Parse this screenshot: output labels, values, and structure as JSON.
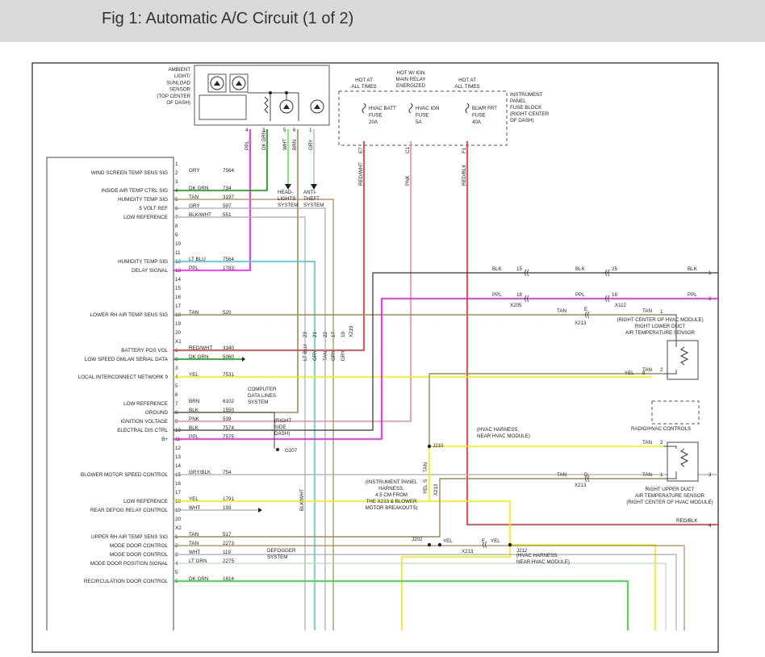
{
  "page": {
    "title": "Fig 1: Automatic A/C Circuit (1 of 2)"
  },
  "colors": {
    "header_bg": "#d9d9d9",
    "magenta": "#ff00ff",
    "green": "#009900",
    "tan": "#a08a55",
    "gray": "#aaaaaa",
    "cyan": "#33cccc",
    "red": "#ee2222",
    "pink": "#ee88aa",
    "black": "#333333",
    "yellow": "#eeee00",
    "bright_green": "#33dd33",
    "lt_green": "#bbddbb"
  },
  "sensor": {
    "label_lines": [
      "AMBIENT",
      "LIGHT/",
      "SUNLOAD",
      "SENSOR",
      "(TOP CENTER",
      "OF DASH)"
    ],
    "pins": [
      "4",
      "3",
      "5",
      "6",
      "1"
    ],
    "wires": [
      "PPL",
      "DK GRN",
      "WHT",
      "BRN",
      "GRY"
    ]
  },
  "fuse_block": {
    "label_lines": [
      "INSTRUMENT",
      "PANEL",
      "FUSE BLOCK",
      "(RIGHT CENTER",
      "OF DASH)"
    ],
    "fuses": [
      {
        "header": [
          "HOT AT",
          "ALL TIMES"
        ],
        "name": [
          "HVAC BATT",
          "FUSE",
          "20A"
        ],
        "pin": "E7",
        "wire": "RED/WHT"
      },
      {
        "header": [
          "HOT W/ IGN",
          "MAIN RELAY",
          "ENERGIZED"
        ],
        "name": [
          "HVAC IGN",
          "FUSE",
          "5A"
        ],
        "pin": "C1",
        "wire": "PNK"
      },
      {
        "header": [
          "HOT AT",
          "ALL TIMES"
        ],
        "name": [
          "BLWR FRT",
          "FUSE",
          "40A"
        ],
        "pin": "F1",
        "wire": "RED/BLK"
      }
    ]
  },
  "arrows": [
    {
      "lines": [
        "HEAD-",
        "LIGHTS",
        "SYSTEM"
      ]
    },
    {
      "lines": [
        "ANTI-",
        "THEFT",
        "SYSTEM"
      ]
    }
  ],
  "module": {
    "connectors": [
      "X1",
      "X2"
    ],
    "rows": [
      {
        "label": "",
        "pin": "1",
        "wire": "",
        "circuit": ""
      },
      {
        "label": "WIND SCREEN TEMP SENS SIG",
        "pin": "2",
        "wire": "GRY",
        "circuit": "7564"
      },
      {
        "label": "",
        "pin": "3",
        "wire": "",
        "circuit": ""
      },
      {
        "label": "INSIDE AIR TEMP CTRL SIG",
        "pin": "4",
        "wire": "DK GRN",
        "circuit": "734"
      },
      {
        "label": "HUMIDITY TEMP SIG",
        "pin": "5",
        "wire": "TAN",
        "circuit": "3197"
      },
      {
        "label": "5 VOLT REF",
        "pin": "6",
        "wire": "GRY",
        "circuit": "597"
      },
      {
        "label": "LOW REFERENCE",
        "pin": "7",
        "wire": "BLK/WHT",
        "circuit": "551"
      },
      {
        "label": "",
        "pin": "8",
        "wire": "",
        "circuit": ""
      },
      {
        "label": "",
        "pin": "9",
        "wire": "",
        "circuit": ""
      },
      {
        "label": "",
        "pin": "10",
        "wire": "",
        "circuit": ""
      },
      {
        "label": "",
        "pin": "11",
        "wire": "",
        "circuit": ""
      },
      {
        "label": "HUMIDITY TEMP SIG",
        "pin": "12",
        "wire": "LT BLU",
        "circuit": "7564"
      },
      {
        "label": "DELAY SIGNAL",
        "pin": "13",
        "wire": "PPL",
        "circuit": "1783"
      },
      {
        "label": "",
        "pin": "14",
        "wire": "",
        "circuit": ""
      },
      {
        "label": "",
        "pin": "15",
        "wire": "",
        "circuit": ""
      },
      {
        "label": "",
        "pin": "16",
        "wire": "",
        "circuit": ""
      },
      {
        "label": "",
        "pin": "17",
        "wire": "",
        "circuit": ""
      },
      {
        "label": "LOWER RH AIR TEMP SENS SIG",
        "pin": "18",
        "wire": "TAN",
        "circuit": "520"
      },
      {
        "label": "",
        "pin": "19",
        "wire": "",
        "circuit": ""
      },
      {
        "label": "",
        "pin": "20",
        "wire": "",
        "circuit": ""
      },
      {
        "label": "BATTERY POS VOL",
        "pin": "1",
        "wire": "RED/WHT",
        "circuit": "3340"
      },
      {
        "label": "LOW SPEED GMLAN SERIAL DATA",
        "pin": "2",
        "wire": "DK GRN",
        "circuit": "5060"
      },
      {
        "label": "",
        "pin": "3",
        "wire": "",
        "circuit": ""
      },
      {
        "label": "LOCAL INTERCONNECT NETWORK 9",
        "pin": "4",
        "wire": "YEL",
        "circuit": "7531"
      },
      {
        "label": "",
        "pin": "5",
        "wire": "",
        "circuit": ""
      },
      {
        "label": "",
        "pin": "6",
        "wire": "",
        "circuit": ""
      },
      {
        "label": "LOW REFERENCE",
        "pin": "7",
        "wire": "BRN",
        "circuit": "6102"
      },
      {
        "label": "GROUND",
        "pin": "8",
        "wire": "BLK",
        "circuit": "1550"
      },
      {
        "label": "IGNITION VOLTAGE",
        "pin": "9",
        "wire": "PNK",
        "circuit": "539"
      },
      {
        "label": "ELECTRAL DIS CTRL",
        "pin": "10",
        "wire": "BLK",
        "circuit": "7574"
      },
      {
        "label": "B+",
        "pin": "11",
        "wire": "PPL",
        "circuit": "7575"
      },
      {
        "label": "",
        "pin": "12",
        "wire": "",
        "circuit": ""
      },
      {
        "label": "",
        "pin": "13",
        "wire": "",
        "circuit": ""
      },
      {
        "label": "",
        "pin": "14",
        "wire": "",
        "circuit": ""
      },
      {
        "label": "BLOWER MOTOR SPEED CONTROL",
        "pin": "15",
        "wire": "GRY/BLK",
        "circuit": "754"
      },
      {
        "label": "",
        "pin": "16",
        "wire": "",
        "circuit": ""
      },
      {
        "label": "",
        "pin": "17",
        "wire": "",
        "circuit": ""
      },
      {
        "label": "LOW REFERENCE",
        "pin": "18",
        "wire": "YEL",
        "circuit": "1791"
      },
      {
        "label": "REAR DEFOG RELAY CONTROL",
        "pin": "19",
        "wire": "WHT",
        "circuit": "193"
      },
      {
        "label": "",
        "pin": "20",
        "wire": "",
        "circuit": ""
      },
      {
        "label": "UPPER RH AIR TEMP SENS SIG",
        "pin": "1",
        "wire": "TAN",
        "circuit": "517"
      },
      {
        "label": "MODE DOOR CONTROL",
        "pin": "2",
        "wire": "TAN",
        "circuit": "2273"
      },
      {
        "label": "MODE DOOR CONTROL",
        "pin": "3",
        "wire": "WHT",
        "circuit": "119"
      },
      {
        "label": "MODE DOOR POSITION SIGNAL",
        "pin": "4",
        "wire": "LT GRN",
        "circuit": "2275"
      },
      {
        "label": "",
        "pin": "5",
        "wire": "",
        "circuit": ""
      },
      {
        "label": "RECIRCULATION DOOR CONTROL",
        "pin": "6",
        "wire": "DK GRN",
        "circuit": "1614"
      }
    ]
  },
  "x219": {
    "name": "X219",
    "pins": [
      "23",
      "21",
      "22",
      "17",
      "19"
    ],
    "wires": [
      "LT BLU",
      "GRY",
      "TAN",
      "GRY",
      "GRY"
    ]
  },
  "vertical_labels": {
    "blk_wht": "BLK/WHT"
  },
  "notes": {
    "computer_data": [
      "COMPUTER",
      "DATA LINES",
      "SYSTEM"
    ],
    "right_side_dash": [
      "(RIGHT",
      "SIDE",
      "DASH)"
    ],
    "ground": "G207",
    "defogger": [
      "DEFOGGER",
      "SYSTEM"
    ],
    "hvac_harness_1": [
      "(HVAC HARNESS,",
      "NEAR HVAC MODULE)"
    ],
    "ip_harness": [
      "(INSTRUMENT PANEL",
      "HARNESS,",
      "4.5 CM FROM",
      "THE X213 & BLOWER",
      "MOTOR BREAKOUTS)"
    ],
    "hvac_harness_2": [
      "(HVAC HARNESS,",
      "NEAR HVAC MODULE)"
    ]
  },
  "splices": {
    "j210": "J210",
    "j202": "J202",
    "j212": "J212"
  },
  "x213": {
    "name": "X213",
    "pins": [
      "E",
      "D",
      "F",
      "S"
    ]
  },
  "inline_connectors": [
    {
      "name": "X205",
      "left_pins": [
        "15",
        "18"
      ],
      "wires": [
        "BLK",
        "PPL"
      ]
    },
    {
      "name": "X112",
      "right_pins": [
        "25",
        "16"
      ],
      "wires": [
        "BLK",
        "PPL"
      ]
    }
  ],
  "right_wires": {
    "blk": "BLK",
    "ppl": "PPL",
    "tan": "TAN",
    "yel": "YEL",
    "gry_blk": "GRY/BLK",
    "red_blk": "RED/BLK"
  },
  "offpage": [
    "1",
    "2",
    "3",
    "4"
  ],
  "lower_sensor": {
    "label_lines": [
      "(RIGHT CENTER OF HVAC MODULE)",
      "RIGHT LOWER DUCT",
      "AIR TEMPERATURE SENSOR"
    ],
    "pins": [
      "1",
      "2"
    ]
  },
  "radio": {
    "label": "RADIO/HVAC CONTROLS",
    "pin": "8"
  },
  "upper_sensor": {
    "label_lines": [
      "RIGHT UPPER DUCT",
      "AIR TEMPERATURE SENSOR",
      "(RIGHT CENTER OF HVAC MODULE)"
    ],
    "pins": [
      "2",
      "1"
    ]
  }
}
